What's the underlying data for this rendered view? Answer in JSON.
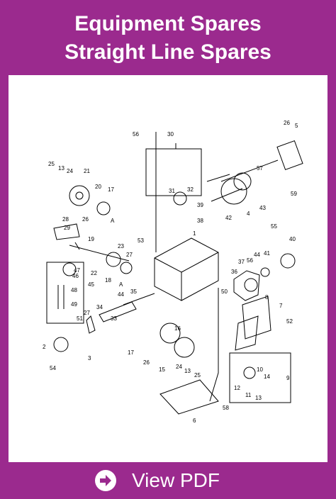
{
  "header": {
    "line1": "Equipment Spares",
    "line2": "Straight Line Spares"
  },
  "diagram": {
    "labels": [
      "56",
      "30",
      "26",
      "5",
      "25",
      "13",
      "24",
      "21",
      "20",
      "17",
      "57",
      "59",
      "43",
      "39",
      "38",
      "42",
      "4",
      "28",
      "29",
      "26",
      "A",
      "19",
      "53",
      "23",
      "22",
      "18",
      "27",
      "1",
      "55",
      "37",
      "36",
      "56",
      "41",
      "44",
      "40",
      "47",
      "46",
      "48",
      "45",
      "49",
      "35",
      "44",
      "A",
      "34",
      "33",
      "27",
      "51",
      "50",
      "3",
      "2",
      "8",
      "7",
      "52",
      "16",
      "17",
      "26",
      "24",
      "13",
      "25",
      "15",
      "10",
      "14",
      "9",
      "12",
      "11",
      "13",
      "54",
      "58",
      "6",
      "31",
      "32"
    ]
  },
  "footer": {
    "cta_label": "View PDF",
    "cta_icon": "arrow-circle-right-icon"
  }
}
